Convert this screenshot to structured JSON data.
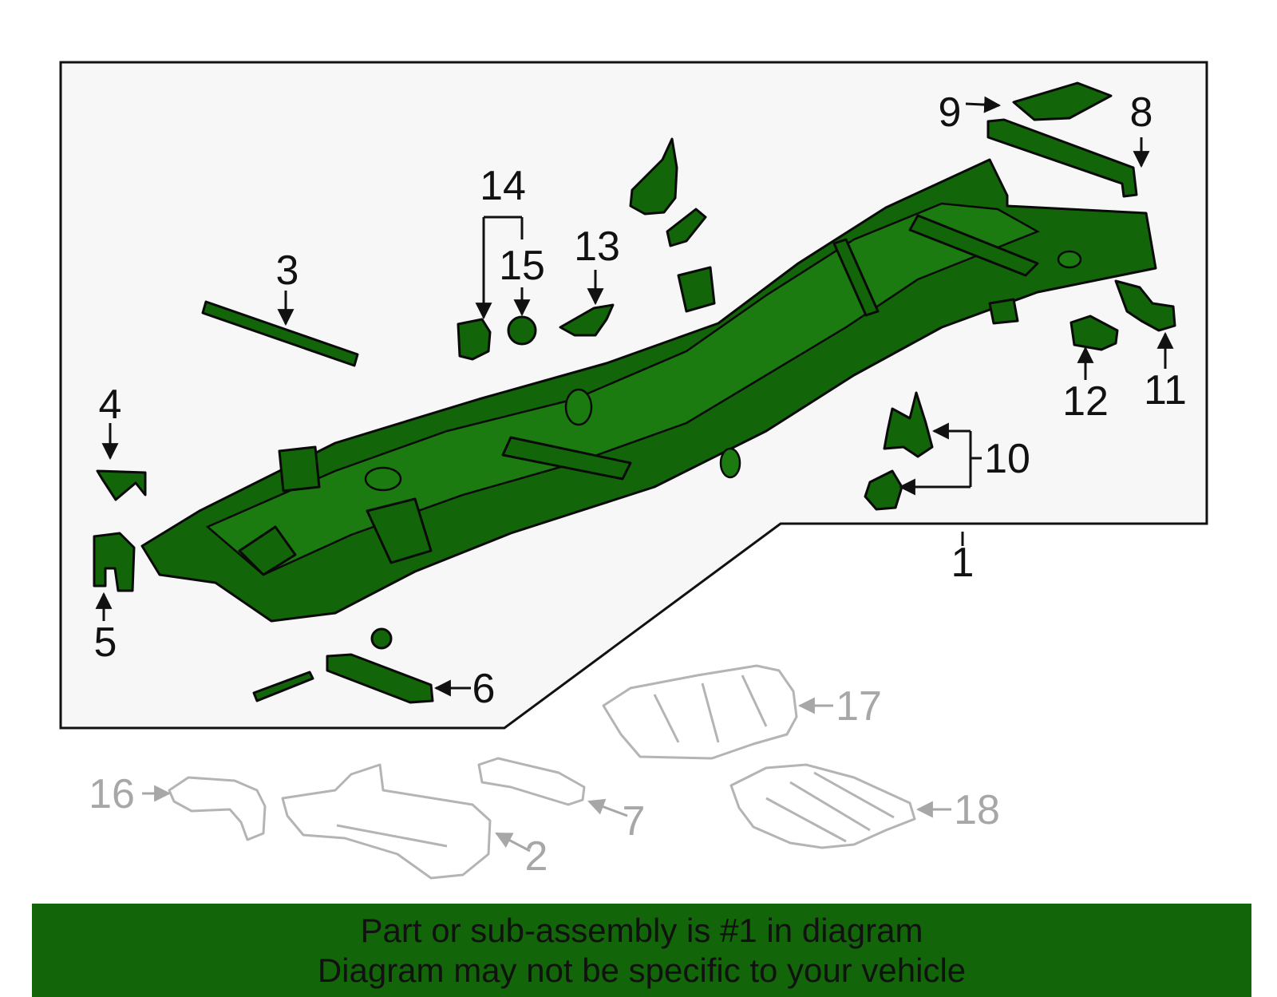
{
  "callouts": {
    "c1": "1",
    "c2": "2",
    "c3": "3",
    "c4": "4",
    "c5": "5",
    "c6": "6",
    "c7": "7",
    "c8": "8",
    "c9": "9",
    "c10": "10",
    "c11": "11",
    "c12": "12",
    "c13": "13",
    "c14": "14",
    "c15": "15",
    "c16": "16",
    "c17": "17",
    "c18": "18"
  },
  "highlighted_callout": "1",
  "colors": {
    "highlight": "#126508",
    "panel": "#f7f7f7",
    "ghost": "#b4b4b4",
    "text": "#111111"
  },
  "banner": {
    "line1": "Part or sub-assembly is #1 in diagram",
    "line2": "Diagram may not be specific to your vehicle"
  }
}
